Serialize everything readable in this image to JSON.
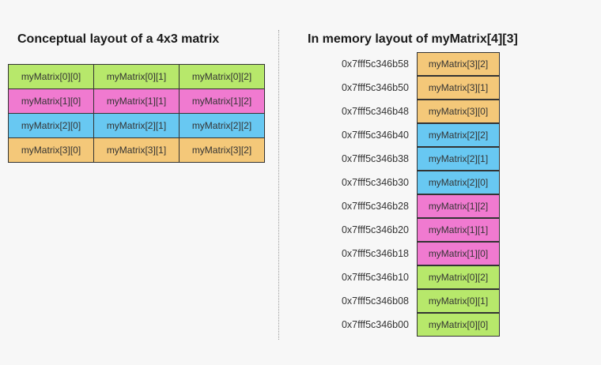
{
  "left_title": "Conceptual layout of a 4x3 matrix",
  "right_title": "In memory layout of myMatrix[4][3]",
  "row_colors": [
    "#b7e86b",
    "#f07ad0",
    "#68c8f2",
    "#f4c879"
  ],
  "matrix": [
    [
      "myMatrix[0][0]",
      "myMatrix[0][1]",
      "myMatrix[0][2]"
    ],
    [
      "myMatrix[1][0]",
      "myMatrix[1][1]",
      "myMatrix[1][2]"
    ],
    [
      "myMatrix[2][0]",
      "myMatrix[2][1]",
      "myMatrix[2][2]"
    ],
    [
      "myMatrix[3][0]",
      "myMatrix[3][1]",
      "myMatrix[3][2]"
    ]
  ],
  "memory": [
    {
      "address": "0x7fff5c346b58",
      "label": "myMatrix[3][2]",
      "row": 3
    },
    {
      "address": "0x7fff5c346b50",
      "label": "myMatrix[3][1]",
      "row": 3
    },
    {
      "address": "0x7fff5c346b48",
      "label": "myMatrix[3][0]",
      "row": 3
    },
    {
      "address": "0x7fff5c346b40",
      "label": "myMatrix[2][2]",
      "row": 2
    },
    {
      "address": "0x7fff5c346b38",
      "label": "myMatrix[2][1]",
      "row": 2
    },
    {
      "address": "0x7fff5c346b30",
      "label": "myMatrix[2][0]",
      "row": 2
    },
    {
      "address": "0x7fff5c346b28",
      "label": "myMatrix[1][2]",
      "row": 1
    },
    {
      "address": "0x7fff5c346b20",
      "label": "myMatrix[1][1]",
      "row": 1
    },
    {
      "address": "0x7fff5c346b18",
      "label": "myMatrix[1][0]",
      "row": 1
    },
    {
      "address": "0x7fff5c346b10",
      "label": "myMatrix[0][2]",
      "row": 0
    },
    {
      "address": "0x7fff5c346b08",
      "label": "myMatrix[0][1]",
      "row": 0
    },
    {
      "address": "0x7fff5c346b00",
      "label": "myMatrix[0][0]",
      "row": 0
    }
  ]
}
